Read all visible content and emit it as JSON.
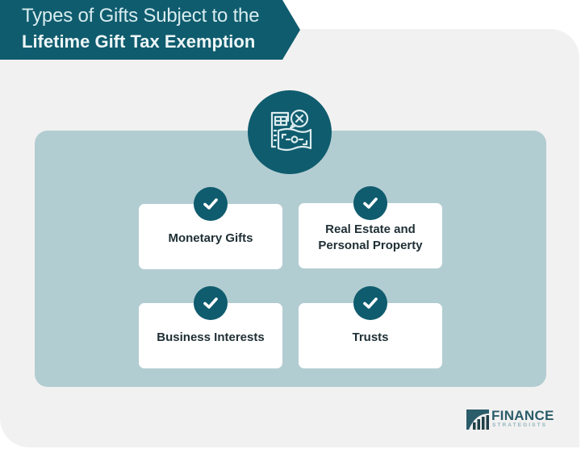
{
  "title": {
    "line1": "Types of Gifts Subject to the",
    "line2": "Lifetime Gift Tax Exemption"
  },
  "hub": {
    "icon": "money-document-cancel-icon"
  },
  "items": [
    {
      "label": "Monetary Gifts",
      "icon": "check-icon"
    },
    {
      "label": "Real Estate and Personal Property",
      "icon": "check-icon"
    },
    {
      "label": "Business Interests",
      "icon": "check-icon"
    },
    {
      "label": "Trusts",
      "icon": "check-icon"
    }
  ],
  "logo": {
    "name": "FINANCE",
    "sub": "STRATEGISTS"
  },
  "colors": {
    "primary": "#0f5c6e",
    "panel": "#b2cdd2",
    "background": "#f2f1f1",
    "card": "#ffffff",
    "text": "#1f2f35"
  }
}
